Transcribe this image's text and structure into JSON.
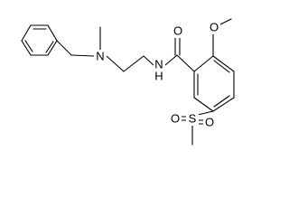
{
  "structure": {
    "atoms": {
      "n_amine": "N",
      "n_amide": "N",
      "h_amide": "H",
      "o_carbonyl": "O",
      "o_methoxy": "O",
      "s_sulfonyl": "S",
      "o_sulfonyl_left": "O",
      "o_sulfonyl_right": "O"
    }
  },
  "colors": {
    "bond": "#000000",
    "label": "#000000",
    "background": "#ffffff"
  }
}
